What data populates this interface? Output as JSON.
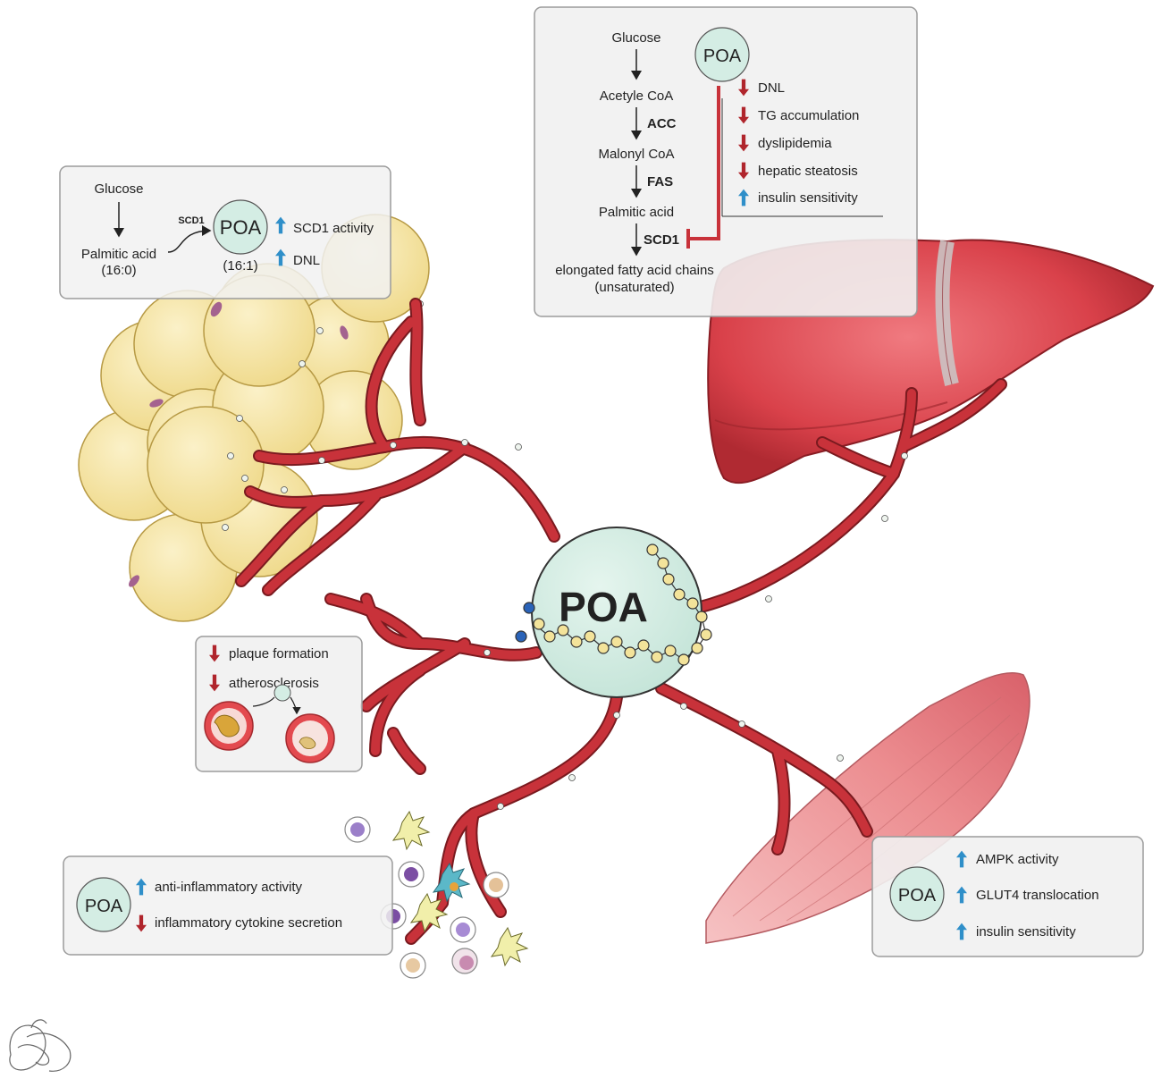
{
  "center": {
    "label": "POA"
  },
  "adipose_box": {
    "glucose": "Glucose",
    "palmitic": "Palmitic acid",
    "palmitic_ratio": "(16:0)",
    "enzyme": "SCD1",
    "poa": "POA",
    "poa_ratio": "(16:1)",
    "effects": [
      {
        "dir": "up",
        "text": "SCD1 activity"
      },
      {
        "dir": "up",
        "text": "DNL"
      }
    ]
  },
  "liver_box": {
    "pathway": [
      "Glucose",
      "Acetyle CoA",
      "Malonyl CoA",
      "Palmitic acid"
    ],
    "enzymes": [
      "ACC",
      "FAS",
      "SCD1"
    ],
    "product_line1": "elongated fatty acid chains",
    "product_line2": "(unsaturated)",
    "poa": "POA",
    "effects": [
      {
        "dir": "down",
        "text": "DNL"
      },
      {
        "dir": "down",
        "text": "TG accumulation"
      },
      {
        "dir": "down",
        "text": "dyslipidemia"
      },
      {
        "dir": "down",
        "text": "hepatic steatosis"
      },
      {
        "dir": "up",
        "text": "insulin sensitivity"
      }
    ]
  },
  "vascular_box": {
    "effects": [
      {
        "dir": "down",
        "text": "plaque formation"
      },
      {
        "dir": "down",
        "text": "atherosclerosis"
      }
    ]
  },
  "immune_box": {
    "poa": "POA",
    "effects": [
      {
        "dir": "up",
        "text": "anti-inflammatory activity"
      },
      {
        "dir": "down",
        "text": "inflammatory cytokine secretion"
      }
    ]
  },
  "muscle_box": {
    "poa": "POA",
    "effects": [
      {
        "dir": "up",
        "text": "AMPK activity"
      },
      {
        "dir": "up",
        "text": "GLUT4 translocation"
      },
      {
        "dir": "up",
        "text": "insulin sensitivity"
      }
    ]
  },
  "colors": {
    "vessel": "#c8323a",
    "vessel_dark": "#7a1a1f",
    "adipocyte": "#f7e6a4",
    "poa_fill": "#d4ede4",
    "up_arrow": "#2f8fc9",
    "down_arrow": "#b0252c",
    "liver": "#d9414a",
    "muscle": "#ef9a9c"
  }
}
